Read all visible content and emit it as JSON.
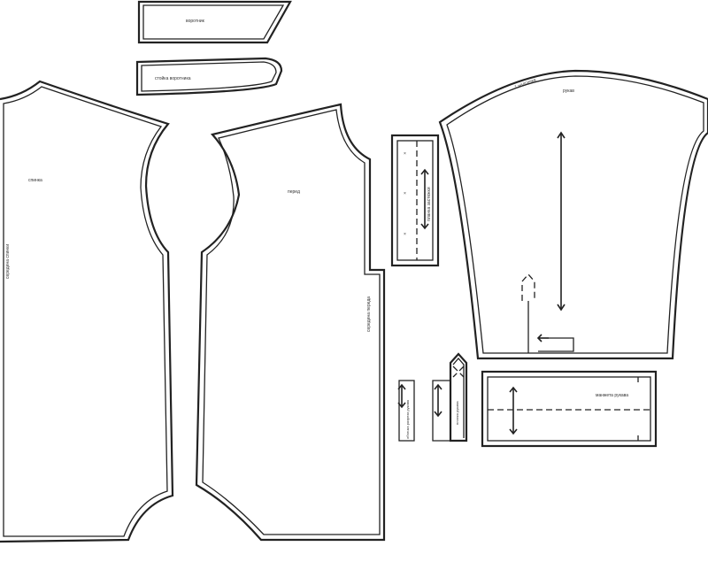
{
  "pieces": {
    "collar": "воротник",
    "collar_stand": "стойка воротника",
    "back": "спинка",
    "back_fold": "середина спинки",
    "front": "перед",
    "front_fold": "середина переда",
    "placket": "планка застежки",
    "sleeve": "рукав",
    "sleeve_notch": "1 надсечка",
    "sleeve_slit_facing": "обтачка разреза рукава",
    "sleeve_placket": "планка рукава",
    "cuff": "манжета рукава"
  },
  "colors": {
    "line": "#222222",
    "background": "#ffffff"
  }
}
